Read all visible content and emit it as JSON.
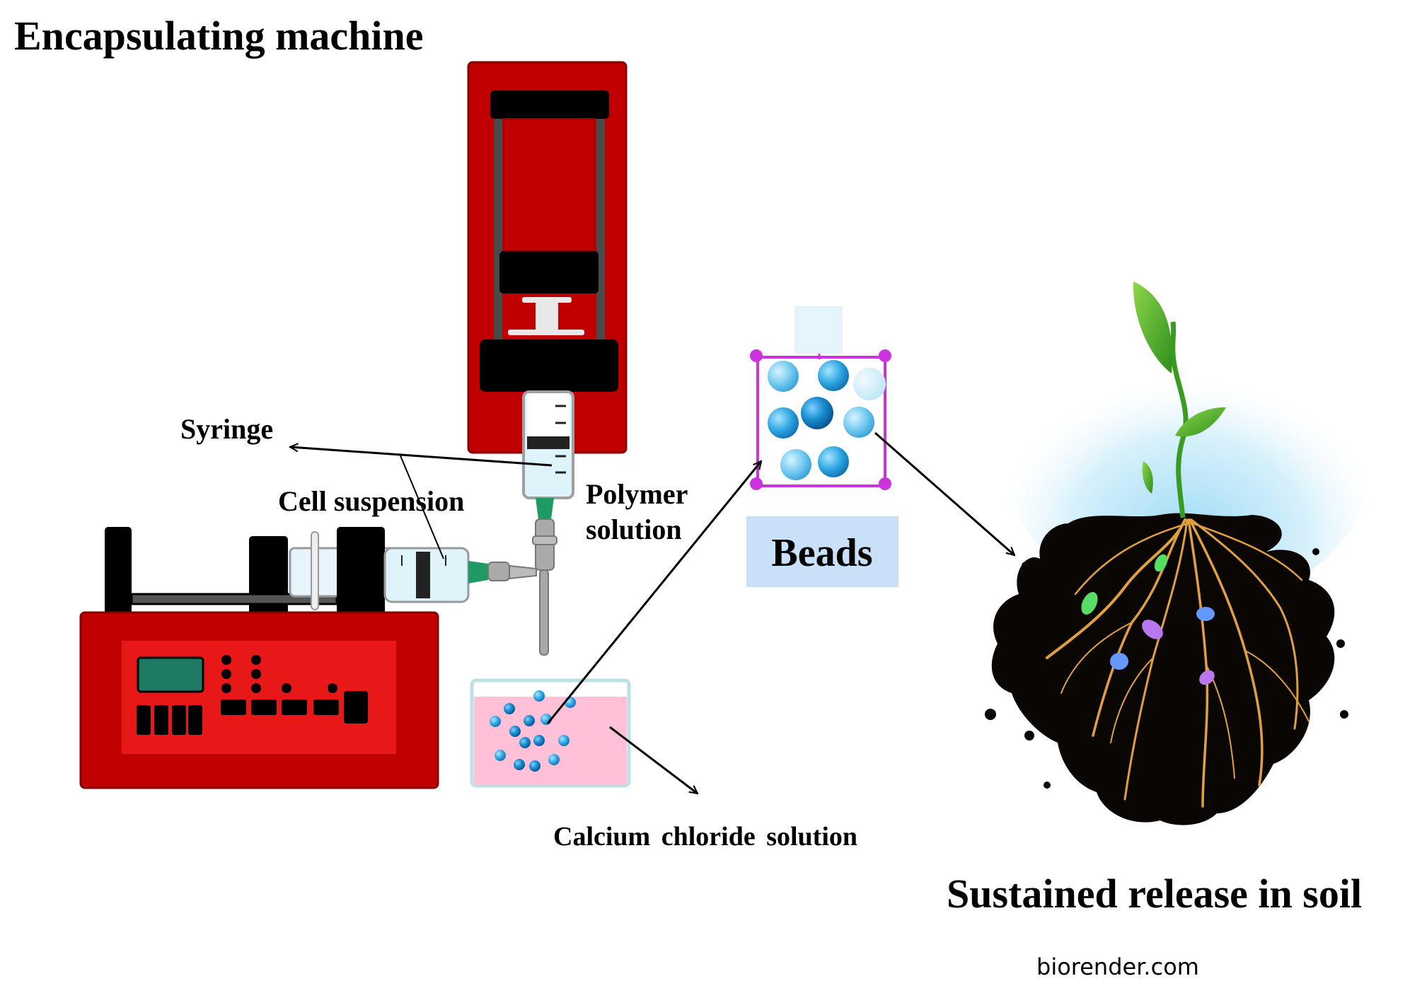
{
  "title": "Encapsulating machine",
  "labels": {
    "syringe": "Syringe",
    "cell_suspension": "Cell suspension",
    "polymer_solution_line1": "Polymer",
    "polymer_solution_line2": "solution",
    "calcium_chloride": "Calcium chloride solution",
    "beads": "Beads",
    "sustained_release": "Sustained release in soil",
    "watermark": "biorender.com"
  },
  "colors": {
    "machine_red": "#c00000",
    "panel_red": "#e81818",
    "display_green": "#1e7a62",
    "solution_pink": "#ffc0d8",
    "bead_blue": "#1a8fd0",
    "bead_light": "#66c4ee",
    "selection_magenta": "#cc33dd",
    "beads_label_bg": "#c8e0f8",
    "soil": "#0a0604",
    "root": "#e0a040",
    "leaf": "#4caf2a"
  },
  "microbes": [
    {
      "color": "#55dd66"
    },
    {
      "color": "#55dd66"
    },
    {
      "color": "#bb77ee"
    },
    {
      "color": "#6699ff"
    },
    {
      "color": "#6699ff"
    },
    {
      "color": "#bb77ee"
    }
  ]
}
